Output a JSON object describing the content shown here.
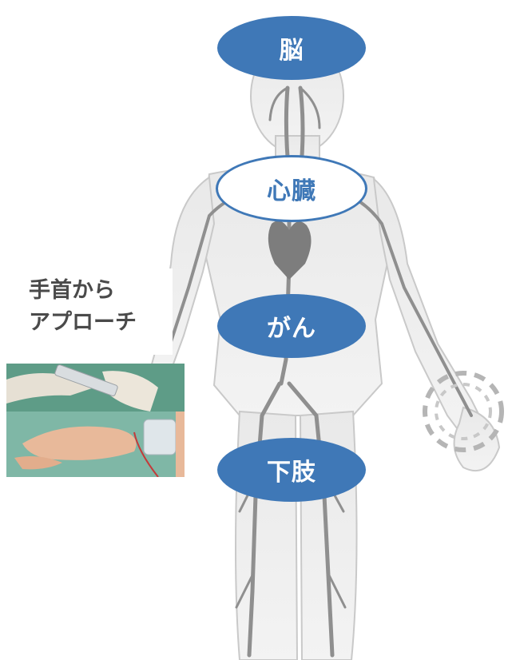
{
  "labels": {
    "brain": "脳",
    "heart": "心臓",
    "cancer": "がん",
    "lower_limb": "下肢"
  },
  "approach": {
    "line1": "手首から",
    "line2": "アプローチ"
  },
  "colors": {
    "accent": "#3f78b7",
    "body_gray": "#d4d4d4",
    "vessel_gray": "#8a8a8a",
    "text_gray": "#4a4a4a"
  },
  "photo": {
    "description_icon": "wrist-catheter-procedure-photo"
  }
}
